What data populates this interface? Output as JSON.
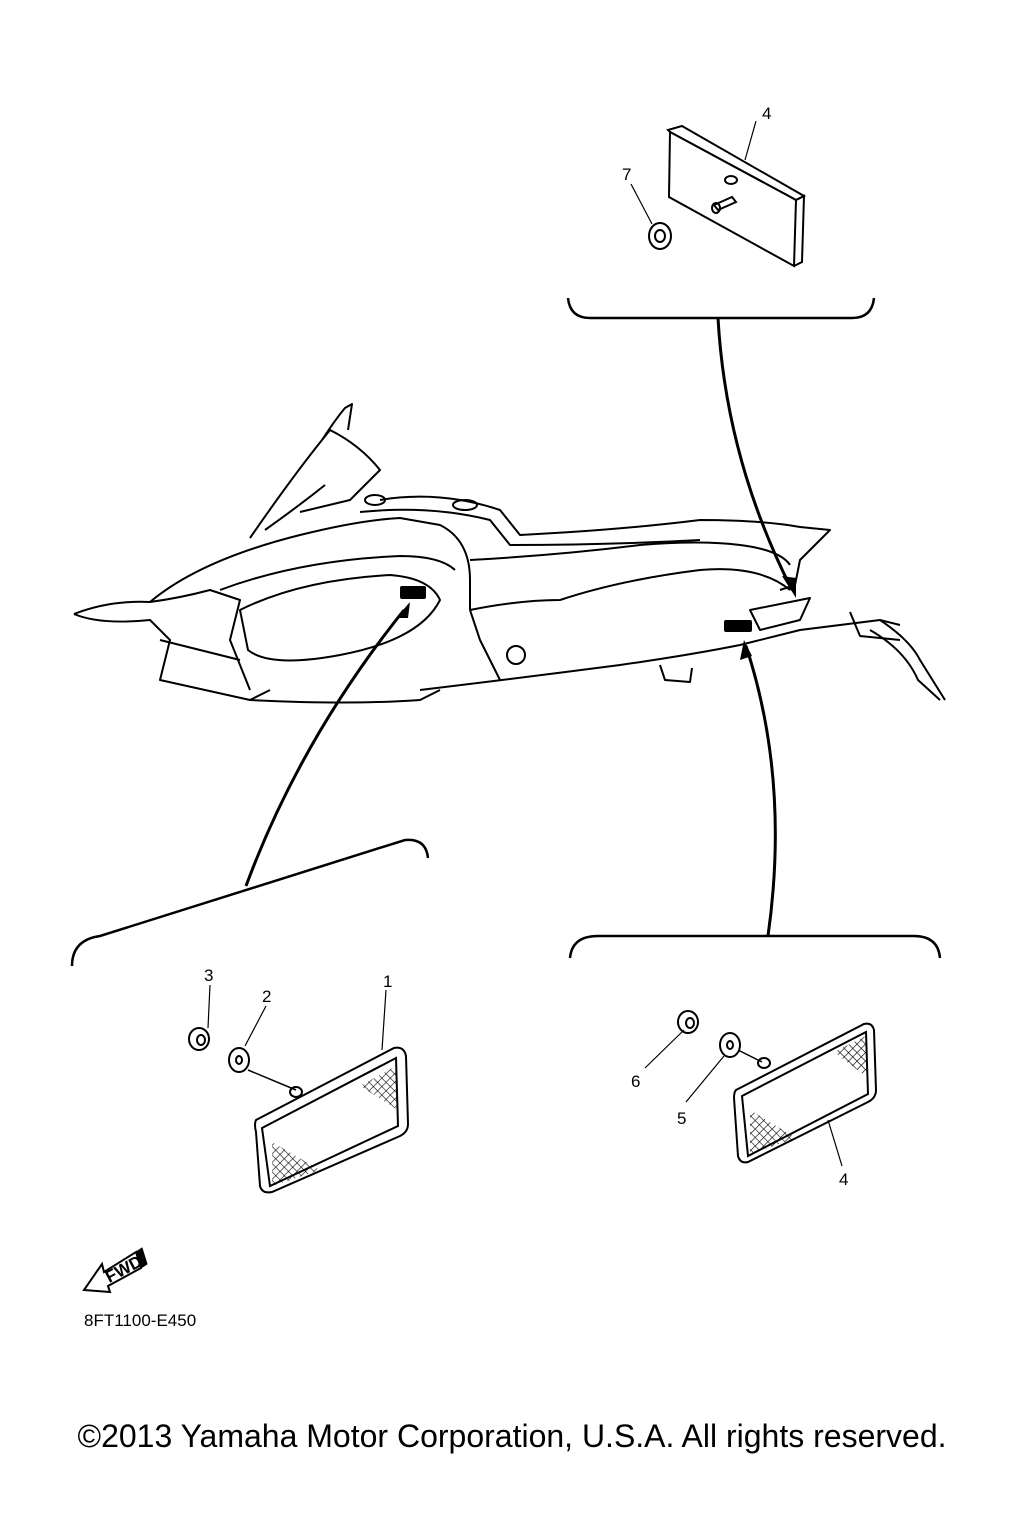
{
  "callouts": {
    "top_panel": {
      "reflector": "4",
      "nut": "7"
    },
    "left_panel": {
      "reflector": "1",
      "washer": "2",
      "nut": "3"
    },
    "right_panel": {
      "nut": "6",
      "washer": "5",
      "reflector": "4"
    }
  },
  "fwd_label": "FWD",
  "drawing_code": "8FT1100-E450",
  "copyright": "©2013 Yamaha Motor Corporation, U.S.A. All rights reserved."
}
